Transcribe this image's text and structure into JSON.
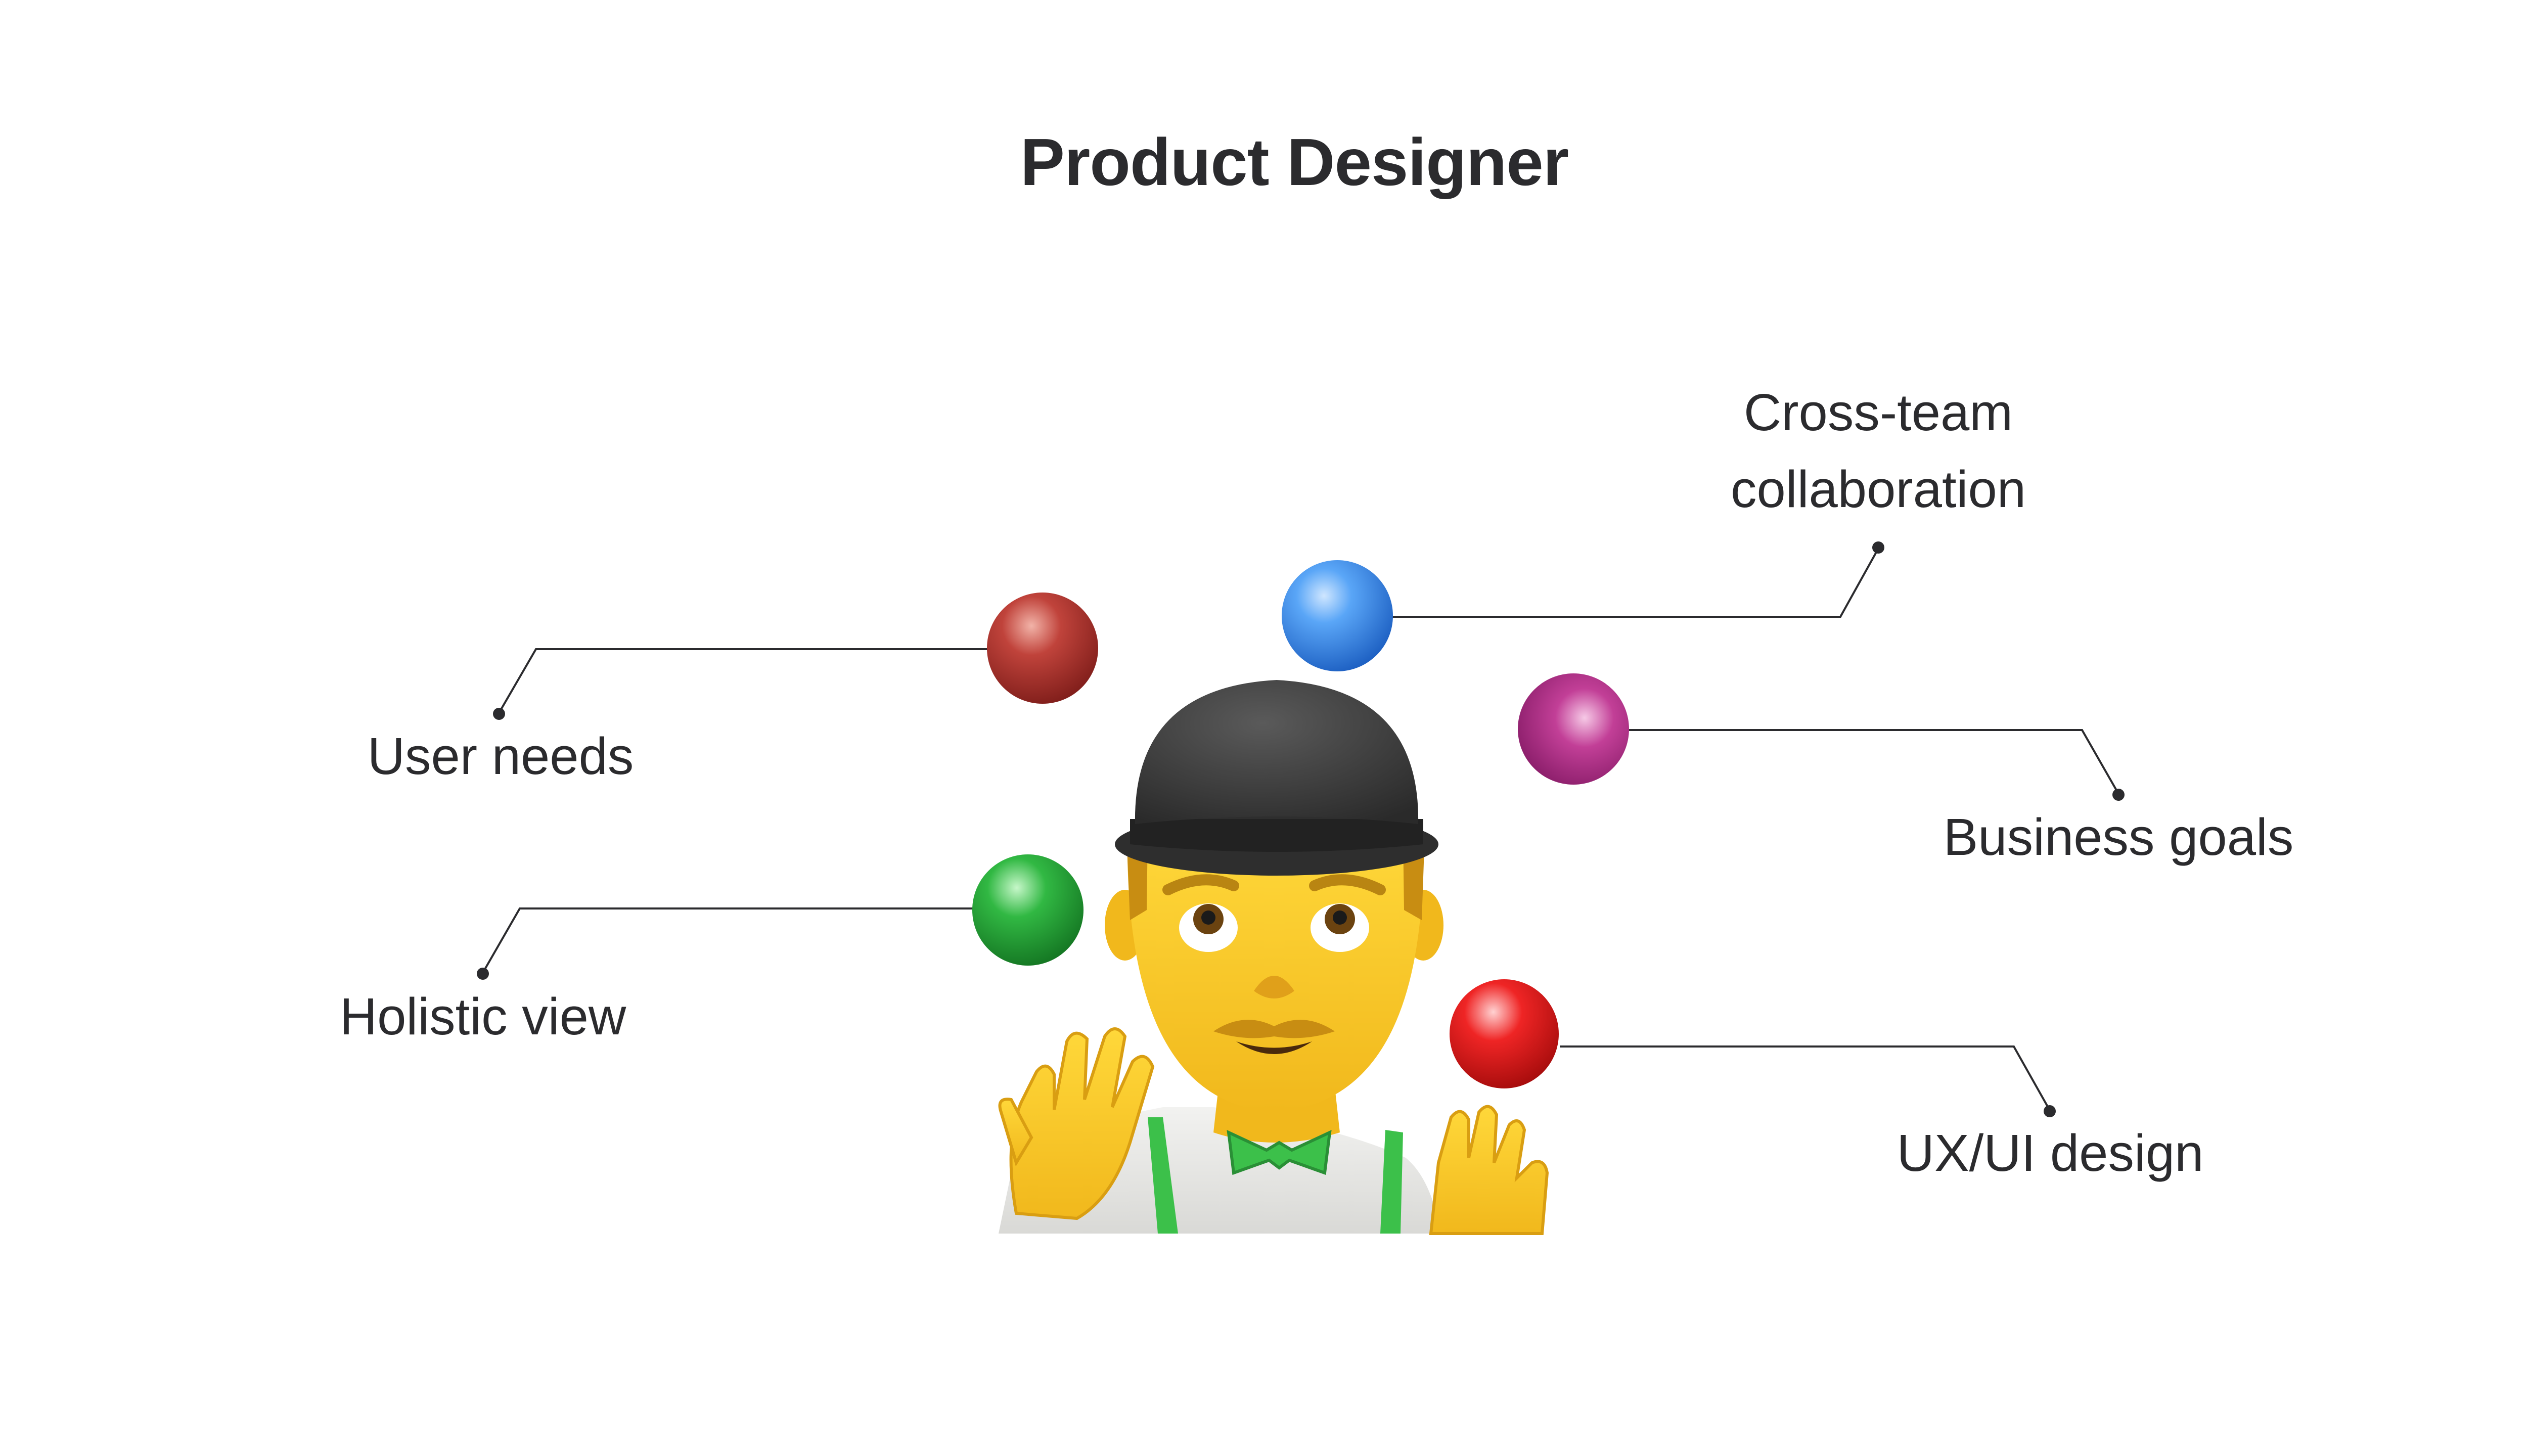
{
  "title": "Product Designer",
  "labels": {
    "cross_team_line1": "Cross-team",
    "cross_team_line2": "collaboration",
    "user_needs": "User needs",
    "business_goals": "Business goals",
    "holistic_view": "Holistic view",
    "ux_ui_design": "UX/UI design"
  },
  "icons": {
    "juggler": "man-juggling-icon",
    "ball_blue": "blue-ball-icon",
    "ball_darkred": "dark-red-ball-icon",
    "ball_magenta": "magenta-ball-icon",
    "ball_green": "green-ball-icon",
    "ball_red": "red-ball-icon"
  },
  "colors": {
    "text": "#2b2b2e",
    "connector": "#2b2b2e",
    "ball_blue": "#3d8ef0",
    "ball_darkred": "#a9302b",
    "ball_magenta": "#b8318a",
    "ball_green": "#23a335",
    "ball_red": "#e31b1b",
    "skin": "#f6c321",
    "hat": "#3b3b3b"
  }
}
